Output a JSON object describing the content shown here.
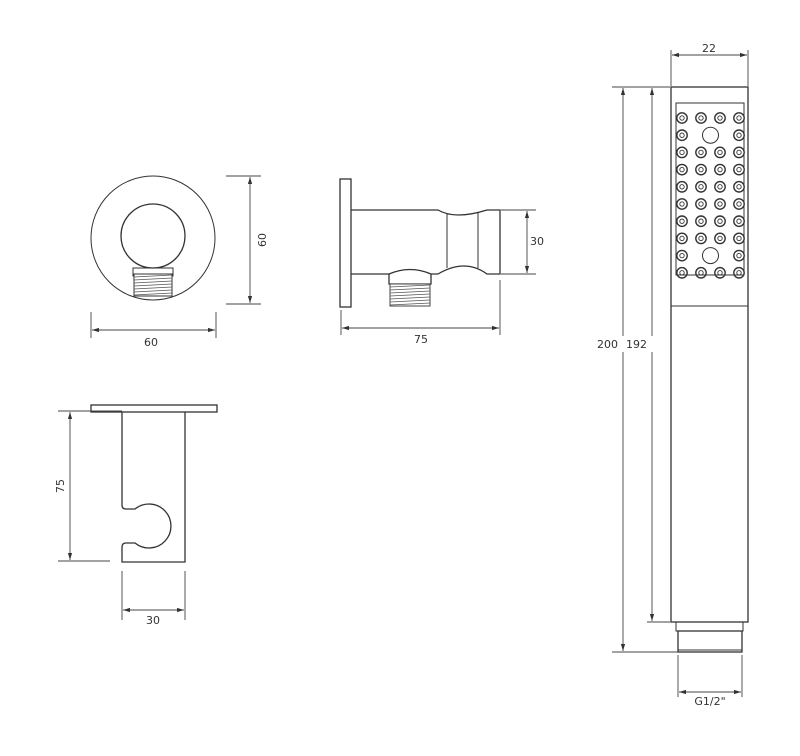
{
  "drawing": {
    "front_view": {
      "width_label": "60",
      "height_label": "60"
    },
    "side_view": {
      "width_label": "75",
      "height_label": "30"
    },
    "holder_view": {
      "height_label": "75",
      "width_label": "30"
    },
    "handset_view": {
      "width_label": "22",
      "overall_length_label": "200",
      "body_length_label": "192",
      "thread_label": "G1/2\"",
      "nozzle_rows": 10,
      "nozzle_cols": 4
    }
  },
  "colors": {
    "line": "#333333",
    "background": "#ffffff"
  }
}
